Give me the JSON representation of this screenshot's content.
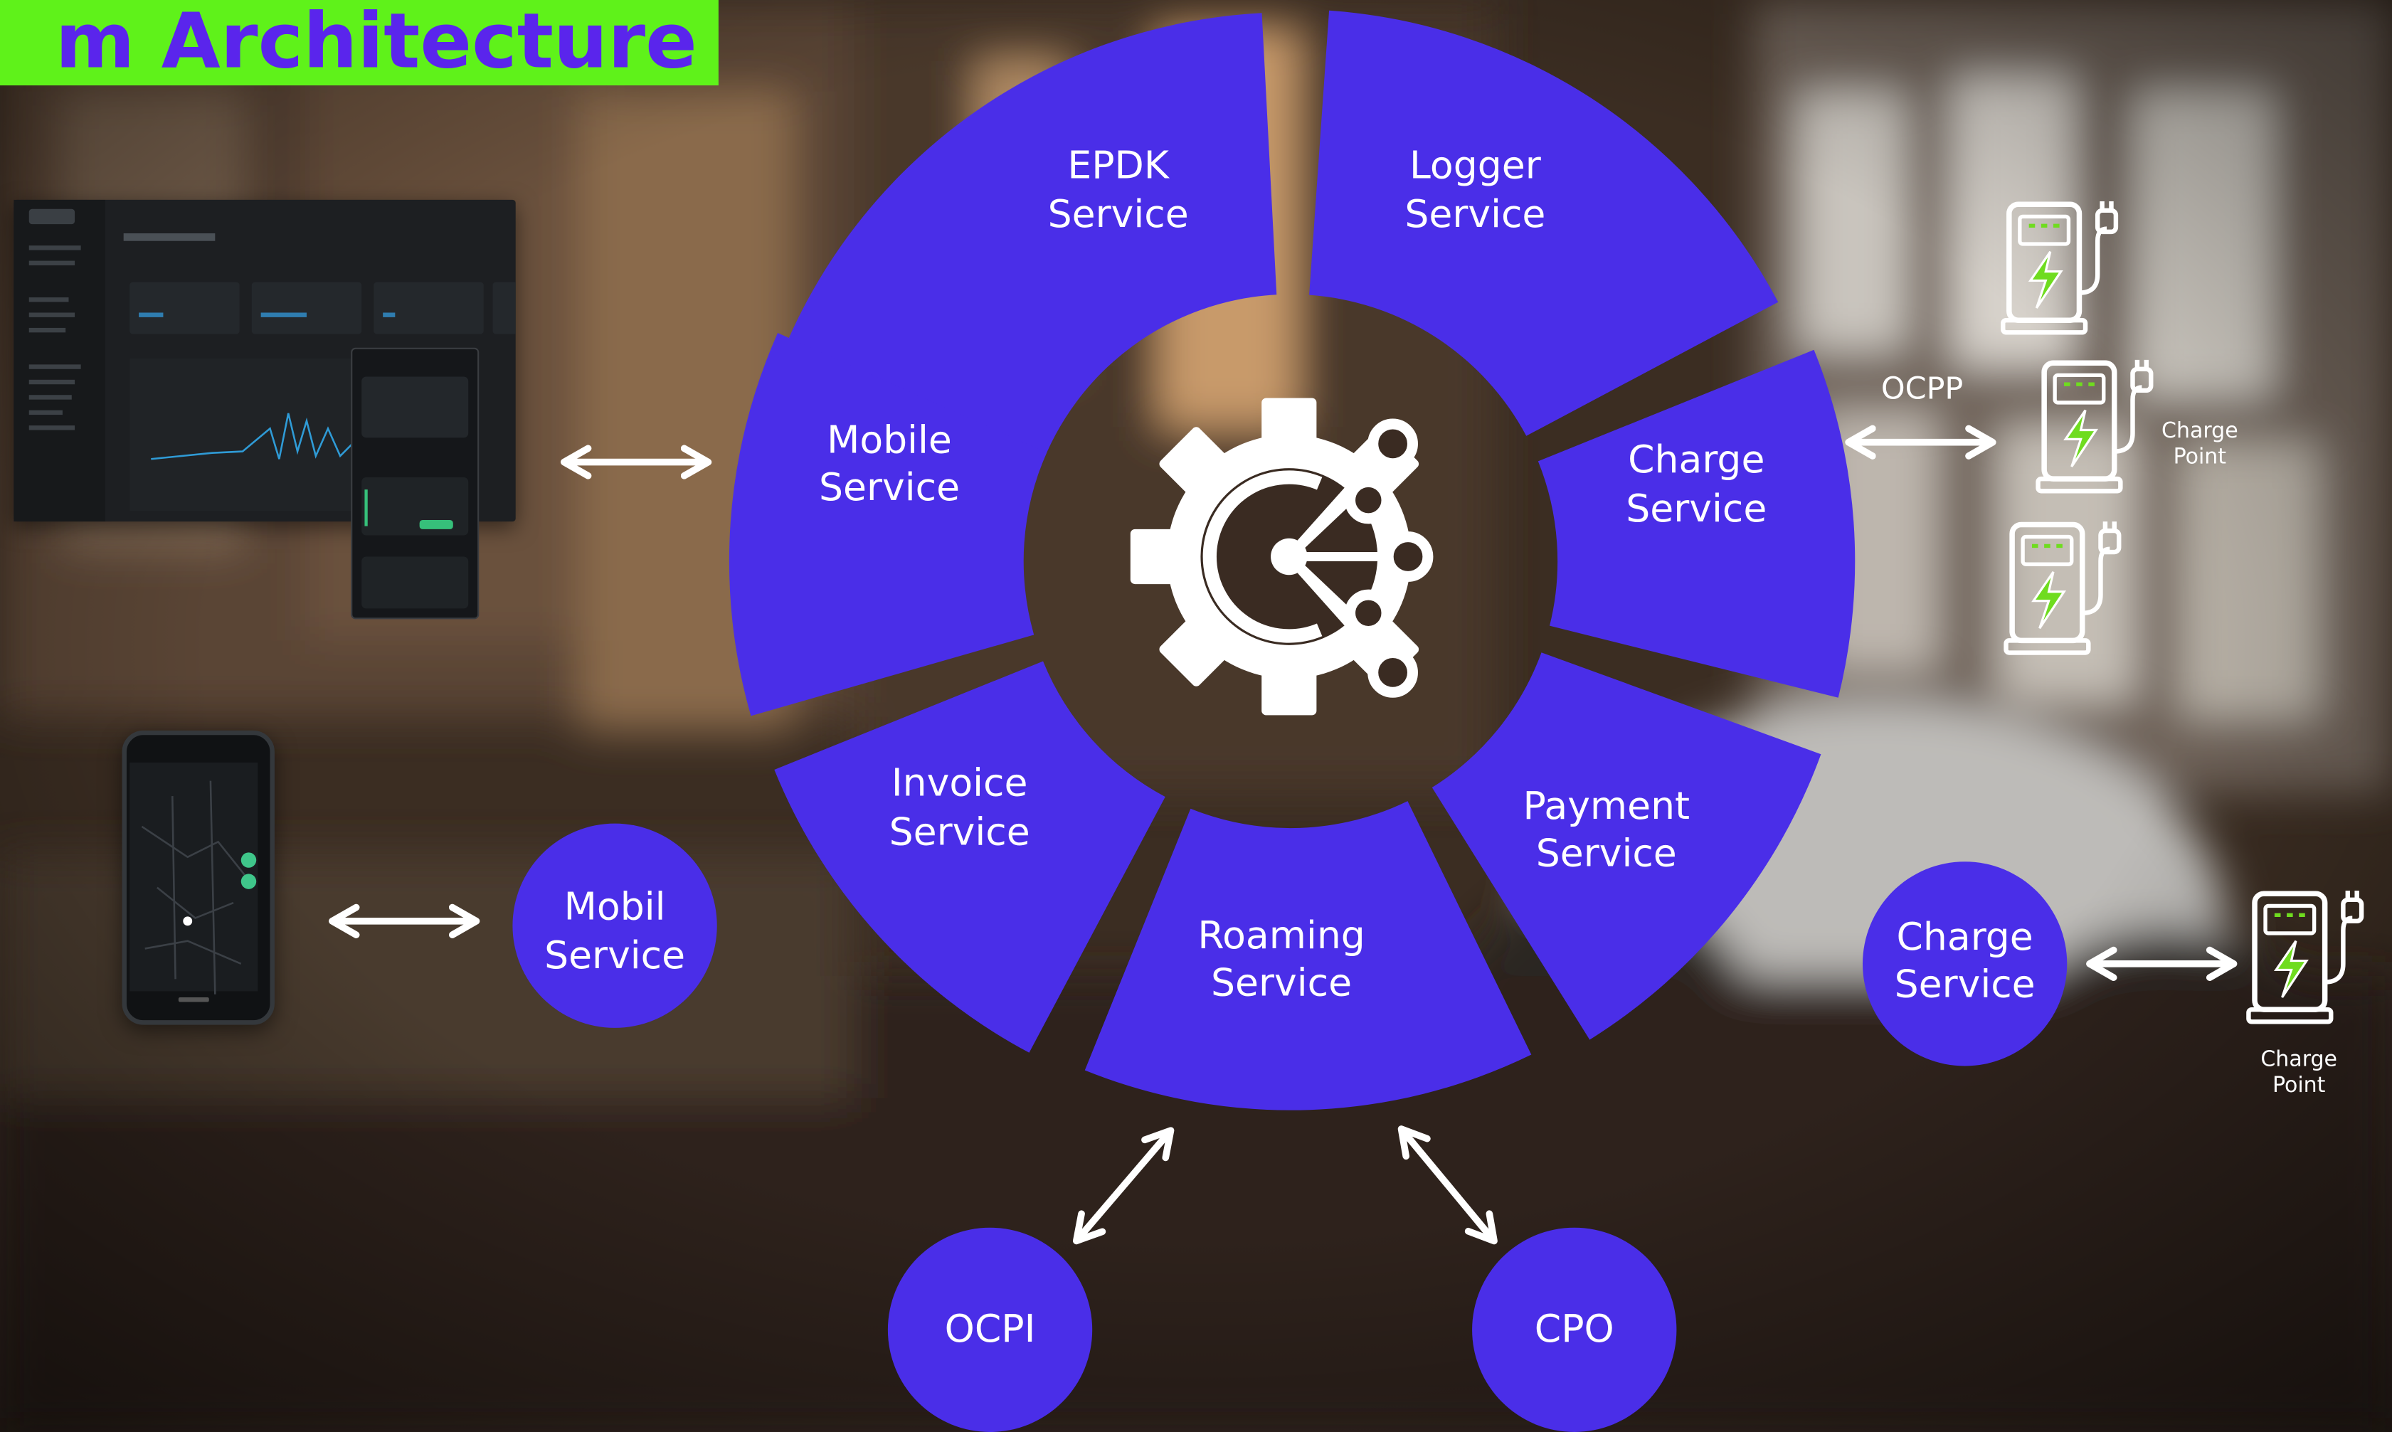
{
  "title": "m Architecture",
  "hub": {
    "icon": "gear-network-icon",
    "segments": [
      {
        "id": "epdk",
        "line1": "EPDK",
        "line2": "Service"
      },
      {
        "id": "logger",
        "line1": "Logger",
        "line2": "Service"
      },
      {
        "id": "charge",
        "line1": "Charge",
        "line2": "Service"
      },
      {
        "id": "payment",
        "line1": "Payment",
        "line2": "Service"
      },
      {
        "id": "roaming",
        "line1": "Roaming",
        "line2": "Service"
      },
      {
        "id": "invoice",
        "line1": "Invoice",
        "line2": "Service"
      },
      {
        "id": "mobile",
        "line1": "Mobile",
        "line2": "Service"
      }
    ]
  },
  "satellites": {
    "mobil": {
      "line1": "Mobil",
      "line2": "Service"
    },
    "charge": {
      "line1": "Charge",
      "line2": "Service"
    },
    "ocpi": {
      "label": "OCPI"
    },
    "cpo": {
      "label": "CPO"
    }
  },
  "protocol_label": "OCPP",
  "charge_point_label": {
    "line1": "Charge",
    "line2": "Point"
  },
  "colors": {
    "accent": "#4a2ee8",
    "banner": "#5ff21a",
    "banner_text": "#5a25ec",
    "bolt": "#6fdc1f",
    "white": "#ffffff"
  }
}
